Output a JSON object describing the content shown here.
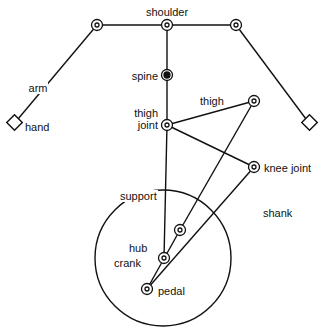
{
  "diagram": {
    "labels": [
      "shoulder",
      "arm",
      "hand",
      "spine",
      "thigh",
      "thigh joint",
      "knee joint",
      "support",
      "shank",
      "hub",
      "crank",
      "pedal"
    ]
  }
}
